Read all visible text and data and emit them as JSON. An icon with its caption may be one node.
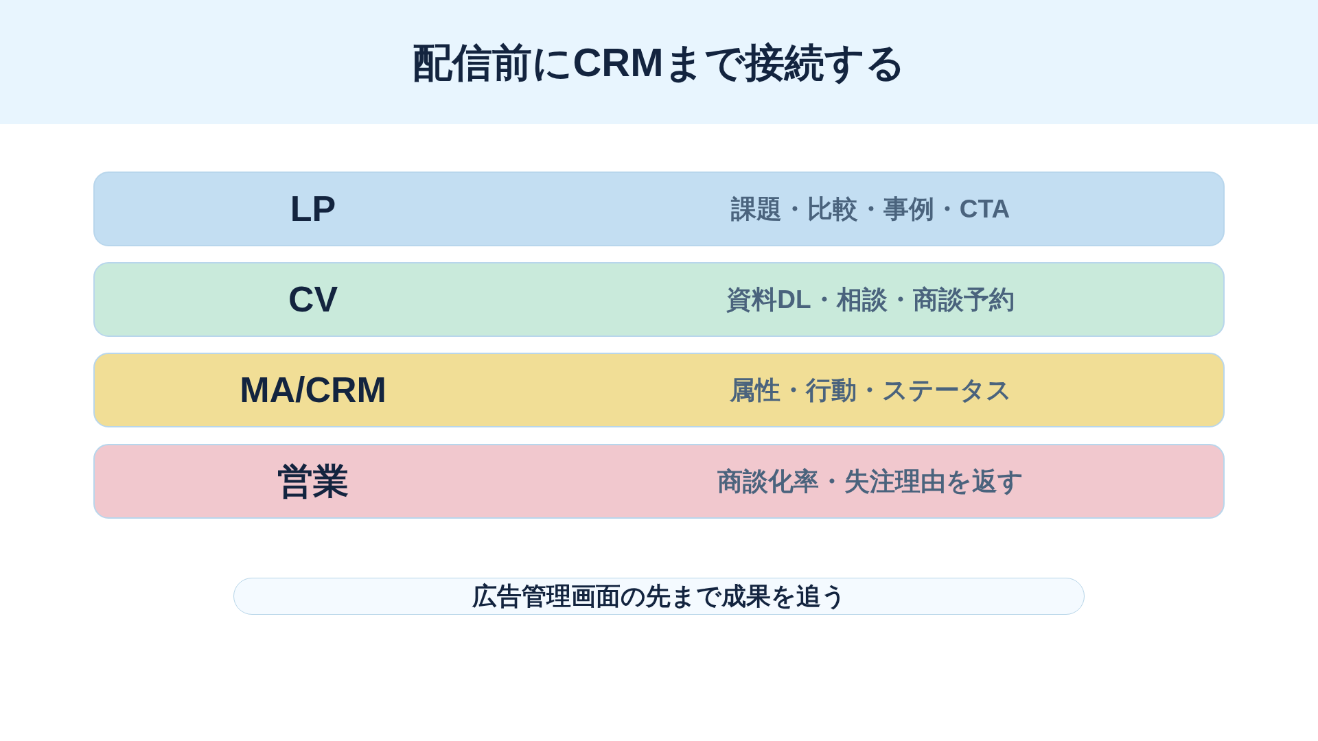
{
  "diagram": {
    "title": "配信前にCRMまで接続する",
    "nodes": [
      {
        "text": [
          "LP",
          "課題・比較・事例・CTA"
        ]
      },
      {
        "text": [
          "CV",
          "資料DL・相談・商談予約"
        ]
      },
      {
        "text": [
          "MA/CRM",
          "属性・行動・ステータス"
        ]
      },
      {
        "text": [
          "営業",
          "商談化率・失注理由を返す"
        ]
      },
      {
        "text": [
          "広告管理画面の先まで成果を追う"
        ]
      }
    ]
  }
}
